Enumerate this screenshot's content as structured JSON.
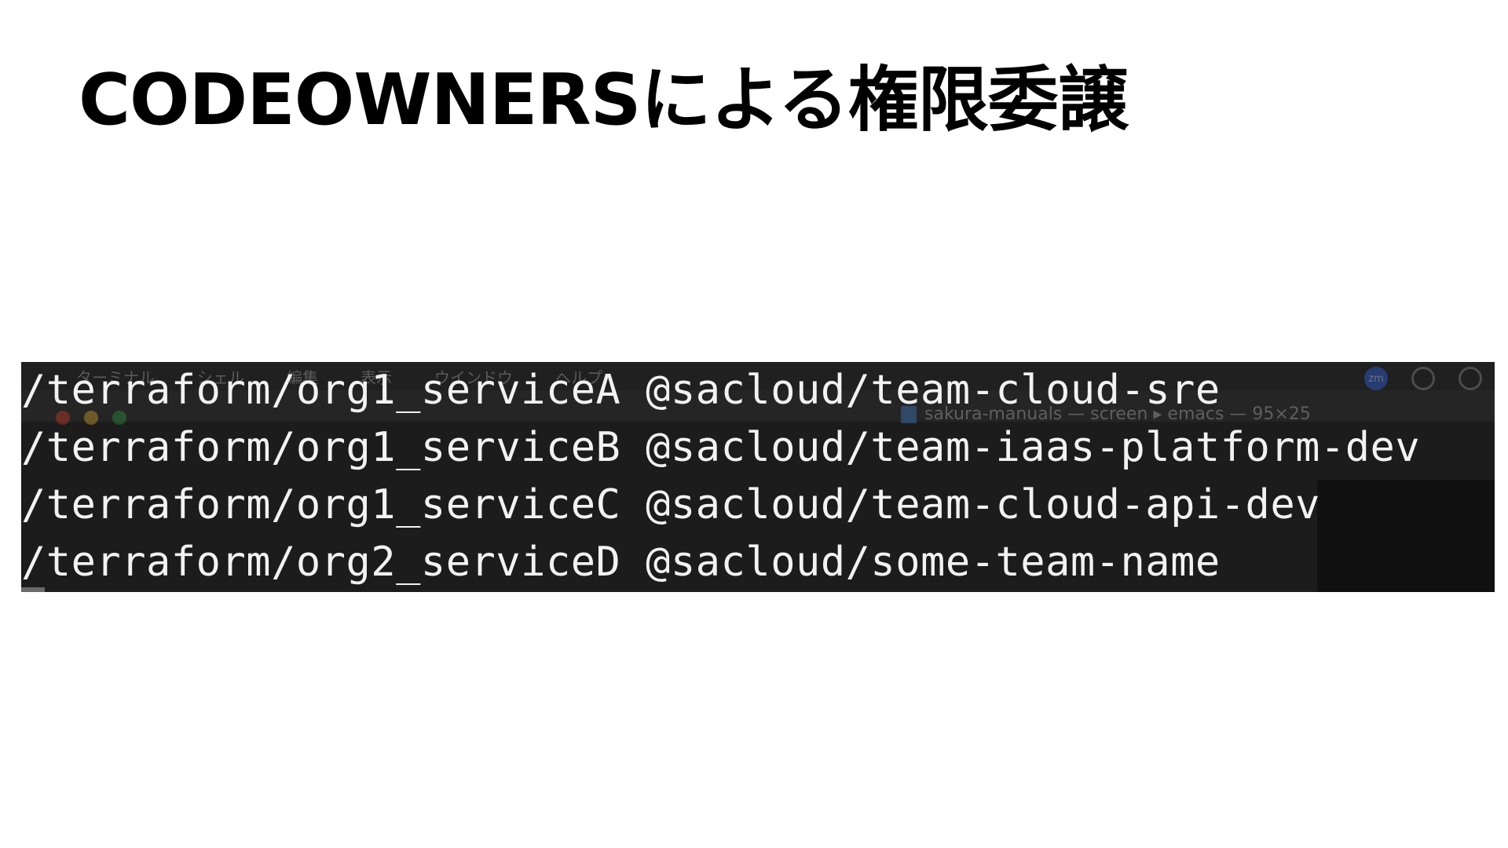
{
  "slide": {
    "title": "CODEOWNERSによる権限委譲"
  },
  "terminal": {
    "ghost_menu": [
      "ターミナル",
      "シェル",
      "編集",
      "表示",
      "ウインドウ",
      "ヘルプ"
    ],
    "window_title": "sakura-manuals — screen ▸ emacs — 95×25",
    "status_badge": "zm",
    "lines": [
      "/terraform/org1_serviceA @sacloud/team-cloud-sre",
      "/terraform/org1_serviceB @sacloud/team-iaas-platform-dev",
      "/terraform/org1_serviceC @sacloud/team-cloud-api-dev",
      "/terraform/org2_serviceD @sacloud/some-team-name"
    ]
  },
  "colors": {
    "background": "#ffffff",
    "title": "#000000",
    "terminal_bg": "#1c1c1c",
    "terminal_text": "#f2f2f2"
  }
}
